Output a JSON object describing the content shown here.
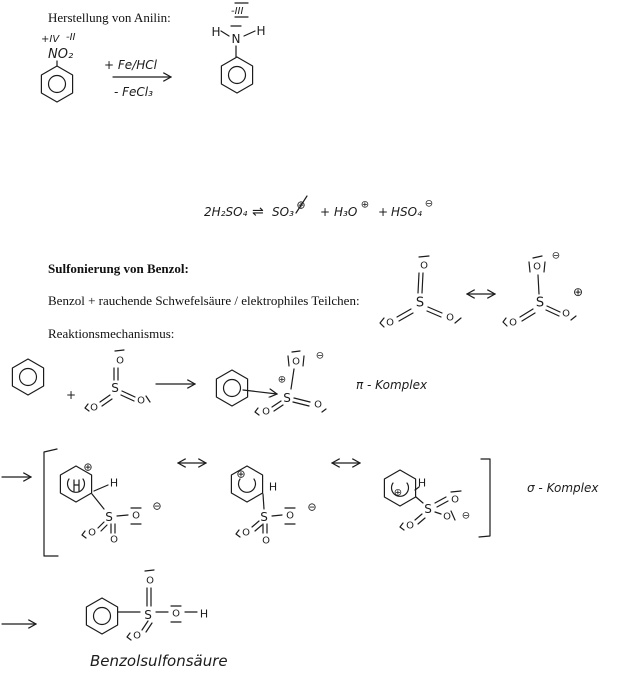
{
  "anilin_section": {
    "title": "Herstellung von Anilin:",
    "nitrobenzene": {
      "ox_n": "+IV",
      "ox_o": "-II",
      "group": "NO₂"
    },
    "reagent_add": "+ Fe/HCl",
    "reagent_remove": "- FeCl₃",
    "aniline": {
      "ox_n": "-III"
    }
  },
  "equation": {
    "reactant": "2H₂SO₄",
    "arrow": "⇌",
    "product_1": "SO₃",
    "plus_1": "+",
    "product_2": "H₃O",
    "plus_2": "+",
    "product_3": "HSO₄"
  },
  "sulfonation_section": {
    "title": "Sulfonierung von Benzol:",
    "electrophile_line": "Benzol + rauchende Schwefelsäure / elektrophiles Teilchen:",
    "mechanism_label": "Reaktionsmechanismus:",
    "plus_sign": "+",
    "pi_complex_label": "π - Komplex",
    "sigma_complex_label": "σ - Komplex",
    "product_name": "Benzolsulfonsäure"
  },
  "symbols": {
    "sulfur": "S",
    "oxygen": "O",
    "hydrogen": "H",
    "nitrogen": "N",
    "positive_charge": "⊕",
    "negative_charge": "⊖"
  }
}
